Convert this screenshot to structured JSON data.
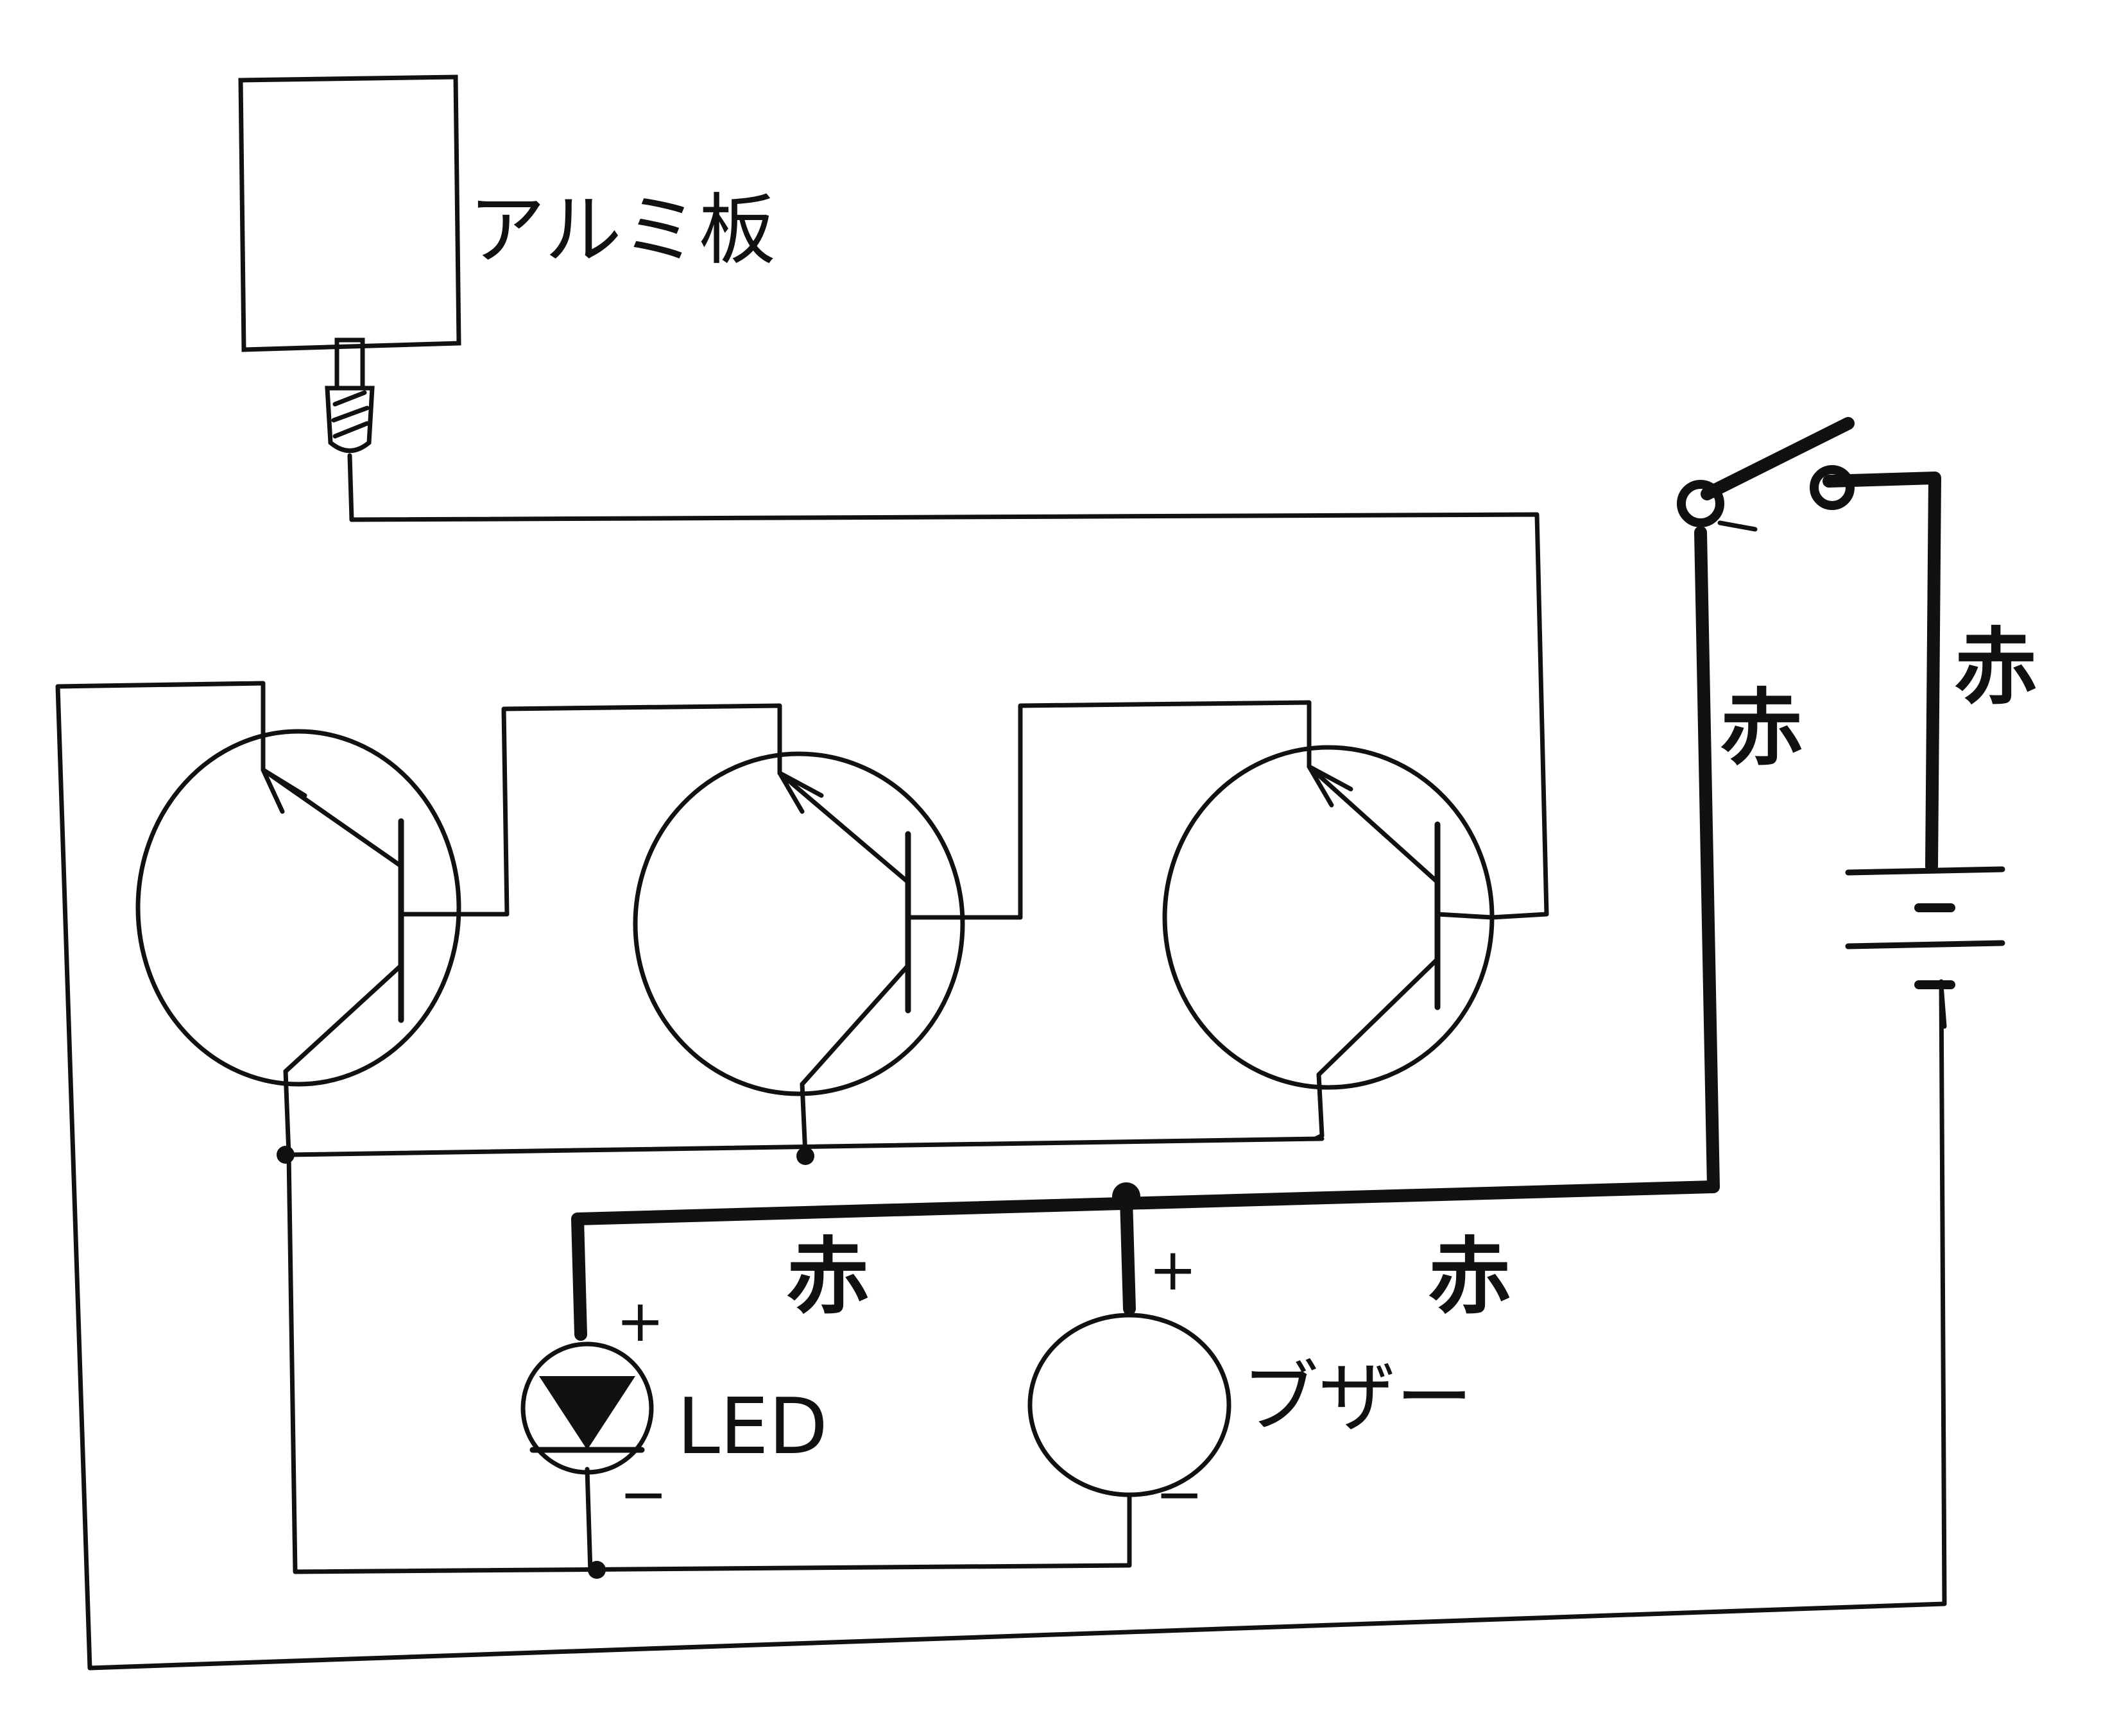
{
  "labels": {
    "aluminum_plate": "アルミ板",
    "led": "LED",
    "buzzer": "ブザー",
    "red_wire": "赤",
    "plus": "+",
    "minus": "−"
  },
  "colors": {
    "ink": "#111111",
    "paper": "#ffffff"
  },
  "components": {
    "transistors": 3,
    "led": 1,
    "buzzer": 1,
    "battery": 1,
    "switch": 1,
    "aluminum_plate": 1
  }
}
